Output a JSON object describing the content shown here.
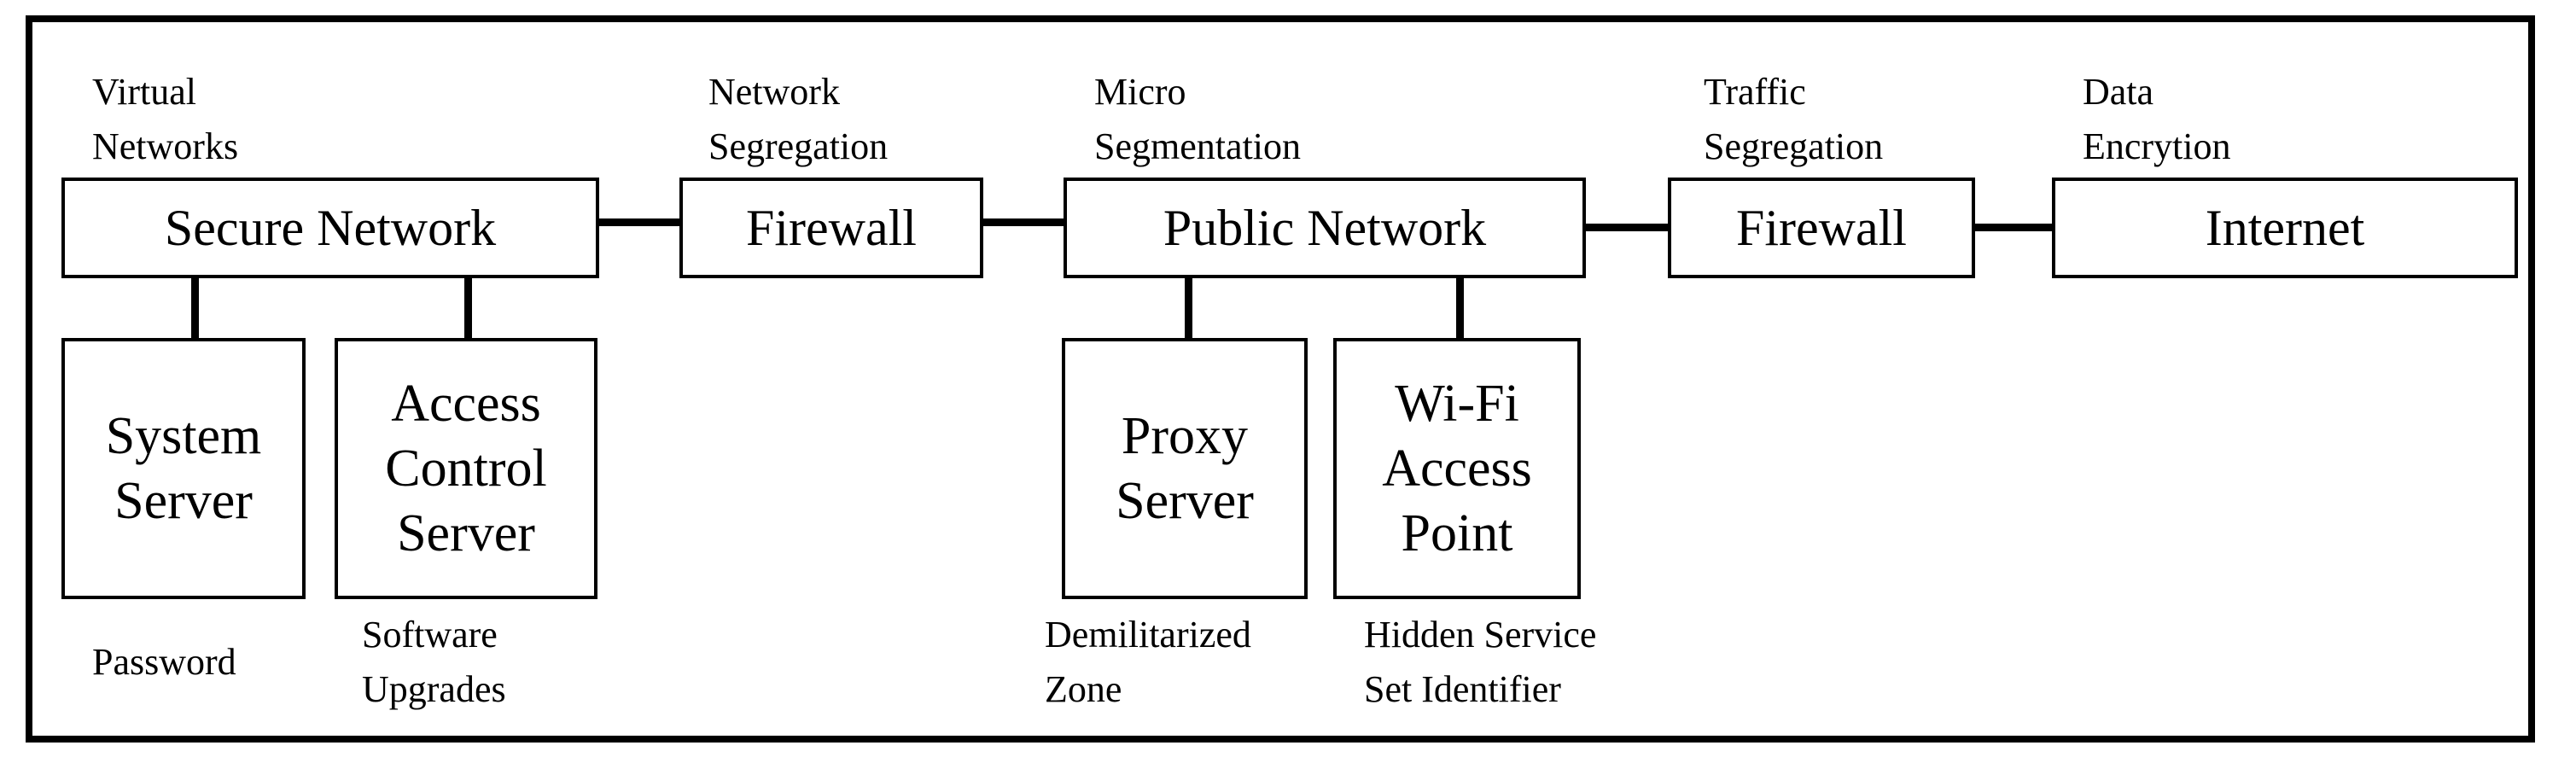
{
  "diagram": {
    "nodes": {
      "secure_network": "Secure Network",
      "firewall_1": "Firewall",
      "public_network": "Public Network",
      "firewall_2": "Firewall",
      "internet": "Internet",
      "system_server": "System\nServer",
      "access_control_server": "Access\nControl\nServer",
      "proxy_server": "Proxy\nServer",
      "wifi_access_point": "Wi-Fi\nAccess\nPoint"
    },
    "captions": {
      "virtual_networks": "Virtual\nNetworks",
      "network_segregation": "Network\nSegregation",
      "micro_segmentation": "Micro\nSegmentation",
      "traffic_segregation": "Traffic\nSegregation",
      "data_encryption": "Data\nEncrytion",
      "password": "Password",
      "software_upgrades": "Software\nUpgrades",
      "demilitarized_zone": "Demilitarized\nZone",
      "hidden_ssid": "Hidden Service\nSet Identifier"
    },
    "edges": [
      [
        "secure_network",
        "firewall_1"
      ],
      [
        "firewall_1",
        "public_network"
      ],
      [
        "public_network",
        "firewall_2"
      ],
      [
        "firewall_2",
        "internet"
      ],
      [
        "secure_network",
        "system_server"
      ],
      [
        "secure_network",
        "access_control_server"
      ],
      [
        "public_network",
        "proxy_server"
      ],
      [
        "public_network",
        "wifi_access_point"
      ]
    ]
  }
}
